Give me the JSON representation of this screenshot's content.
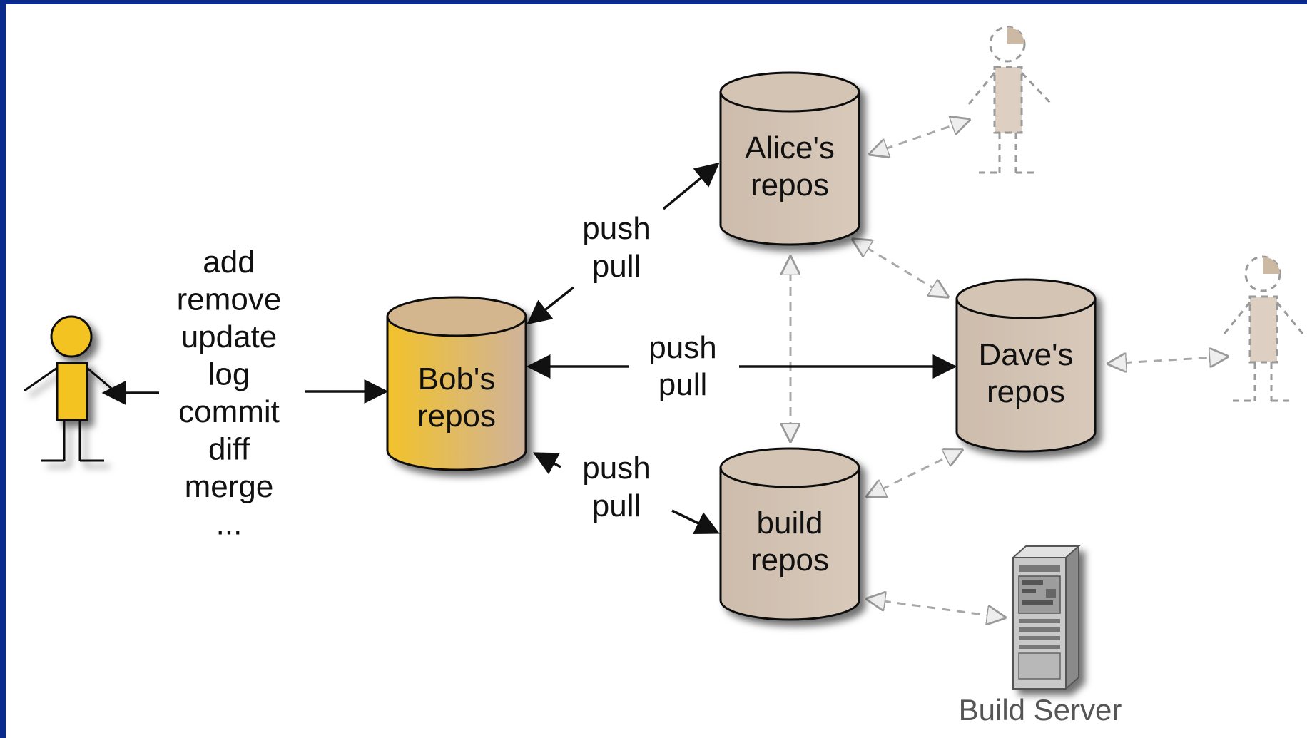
{
  "colors": {
    "frame": "#0a2a8c",
    "canvas": "#ffffff",
    "repo_fill": "#d2c3b3",
    "bob_repo_fill": "#f2c22a",
    "active_user": "#f3c321",
    "remote_user": "#d8cab9",
    "solid_arrow": "#111111",
    "dashed_arrow": "#aaaaaa"
  },
  "commands": [
    "add",
    "remove",
    "update",
    "log",
    "commit",
    "diff",
    "merge",
    "..."
  ],
  "repos": {
    "bob": [
      "Bob's",
      "repos"
    ],
    "alice": [
      "Alice's",
      "repos"
    ],
    "dave": [
      "Dave's",
      "repos"
    ],
    "build": [
      "build",
      "repos"
    ]
  },
  "links": {
    "bob_alice": [
      "push",
      "pull"
    ],
    "bob_dave": [
      "push",
      "pull"
    ],
    "bob_build": [
      "push",
      "pull"
    ]
  },
  "build_server": {
    "label": "Build Server",
    "icon": "server-tower-icon"
  },
  "users": {
    "bob": {
      "icon": "person-icon"
    },
    "alice": {
      "icon": "person-icon"
    },
    "dave": {
      "icon": "person-icon"
    }
  }
}
